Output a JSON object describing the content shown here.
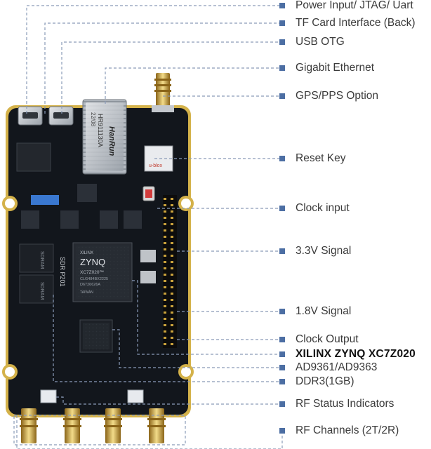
{
  "colors": {
    "pcb": "#12161c",
    "pcb_edge": "#d4b24a",
    "leader": "#8a9bb8",
    "marker": "#4c6ea3",
    "label_text": "#3a3a3a"
  },
  "board": {
    "chips": {
      "zynq_brand": "XILINX",
      "zynq_name": "ZYNQ",
      "zynq_part": "XC7Z020™",
      "zynq_code1": "CLG484BX2225",
      "zynq_code2": "D6726626A",
      "zynq_code3": "TAIWAN",
      "ethernet_brand": "HanRun",
      "ethernet_part": "HR911130A",
      "ethernet_code": "22/08",
      "gps_brand": "u-blox",
      "ddr_text": "SDRAM",
      "board_name": "SDR P201"
    }
  },
  "callouts": [
    {
      "label": "Power Input/ JTAG/ Uart",
      "bold": false
    },
    {
      "label": "TF Card Interface (Back)",
      "bold": false
    },
    {
      "label": "USB OTG",
      "bold": false
    },
    {
      "label": "Gigabit Ethernet",
      "bold": false
    },
    {
      "label": "GPS/PPS Option",
      "bold": false
    },
    {
      "label": "Reset Key",
      "bold": false
    },
    {
      "label": "Clock input",
      "bold": false
    },
    {
      "label": "3.3V Signal",
      "bold": false
    },
    {
      "label": "1.8V Signal",
      "bold": false
    },
    {
      "label": "Clock Output",
      "bold": false
    },
    {
      "label": "XILINX ZYNQ XC7Z020",
      "bold": true
    },
    {
      "label": "AD9361/AD9363",
      "bold": false
    },
    {
      "label": "DDR3(1GB)",
      "bold": false
    },
    {
      "label": "RF Status Indicators",
      "bold": false
    },
    {
      "label": "RF Channels (2T/2R)",
      "bold": false
    }
  ]
}
